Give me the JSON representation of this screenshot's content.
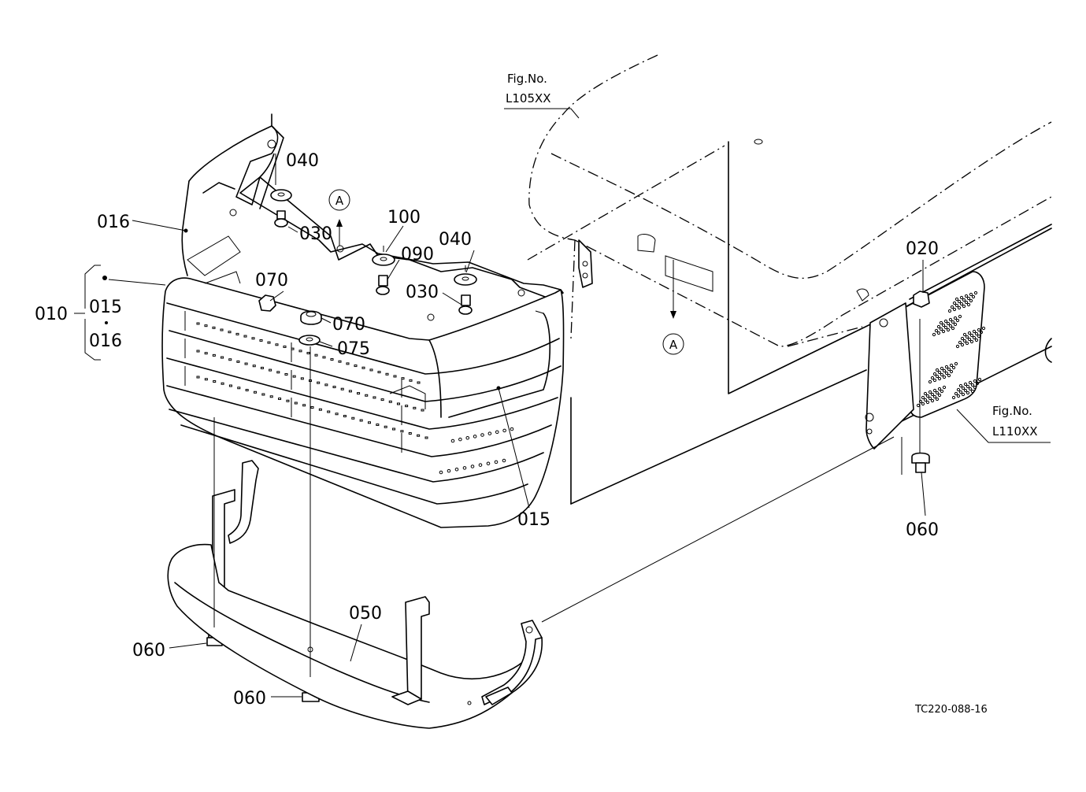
{
  "labels": {
    "p010": "010",
    "p015_group": "015",
    "p016_group": "016",
    "p016": "016",
    "p040_a": "040",
    "p030_a": "030",
    "p100": "100",
    "p090": "090",
    "p040_b": "040",
    "p030_b": "030",
    "p070_a": "070",
    "p070_b": "070",
    "p075": "075",
    "p015": "015",
    "p020": "020",
    "p060_right": "060",
    "p050": "050",
    "p060_left": "060",
    "p060_bottom": "060"
  },
  "refs": {
    "marker_a": "A",
    "fig_no_1": "Fig.No.",
    "fig_code_1": "L105XX",
    "fig_no_2": "Fig.No.",
    "fig_code_2": "L110XX"
  },
  "drawing_code": "TC220-088-16"
}
